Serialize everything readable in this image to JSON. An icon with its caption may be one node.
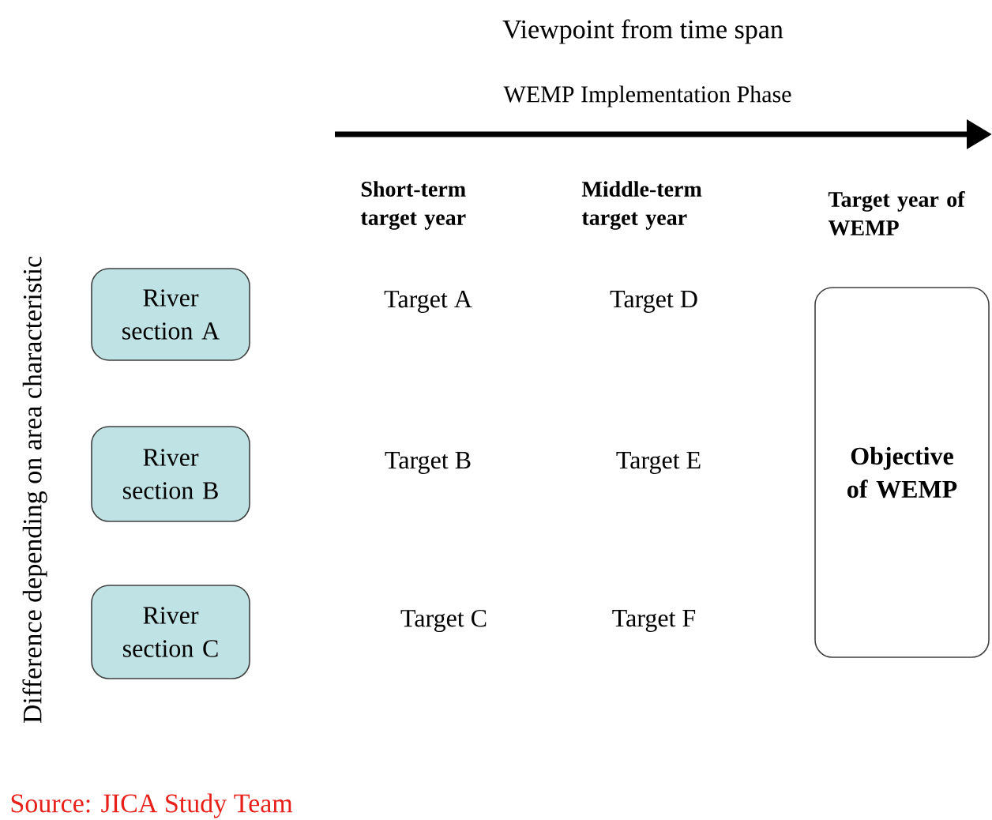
{
  "diagram": {
    "title": "Viewpoint from time span",
    "nodes": [
      {
        "text": [
          "River section A"
        ]
      },
      {
        "text": [
          "River section B"
        ]
      },
      {
        "text": [
          "River section C"
        ]
      },
      {
        "text": [
          "Objective of WEMP"
        ]
      }
    ],
    "labels": [
      "WEMP Implementation Phase",
      "Short-term target year",
      "Middle-term target year",
      "Target year of WEMP",
      "Target A",
      "Target D",
      "Target B",
      "Target E",
      "Target C",
      "Target F",
      "Difference depending on area characteristic"
    ],
    "caption": "Source: JICA Study Team"
  }
}
